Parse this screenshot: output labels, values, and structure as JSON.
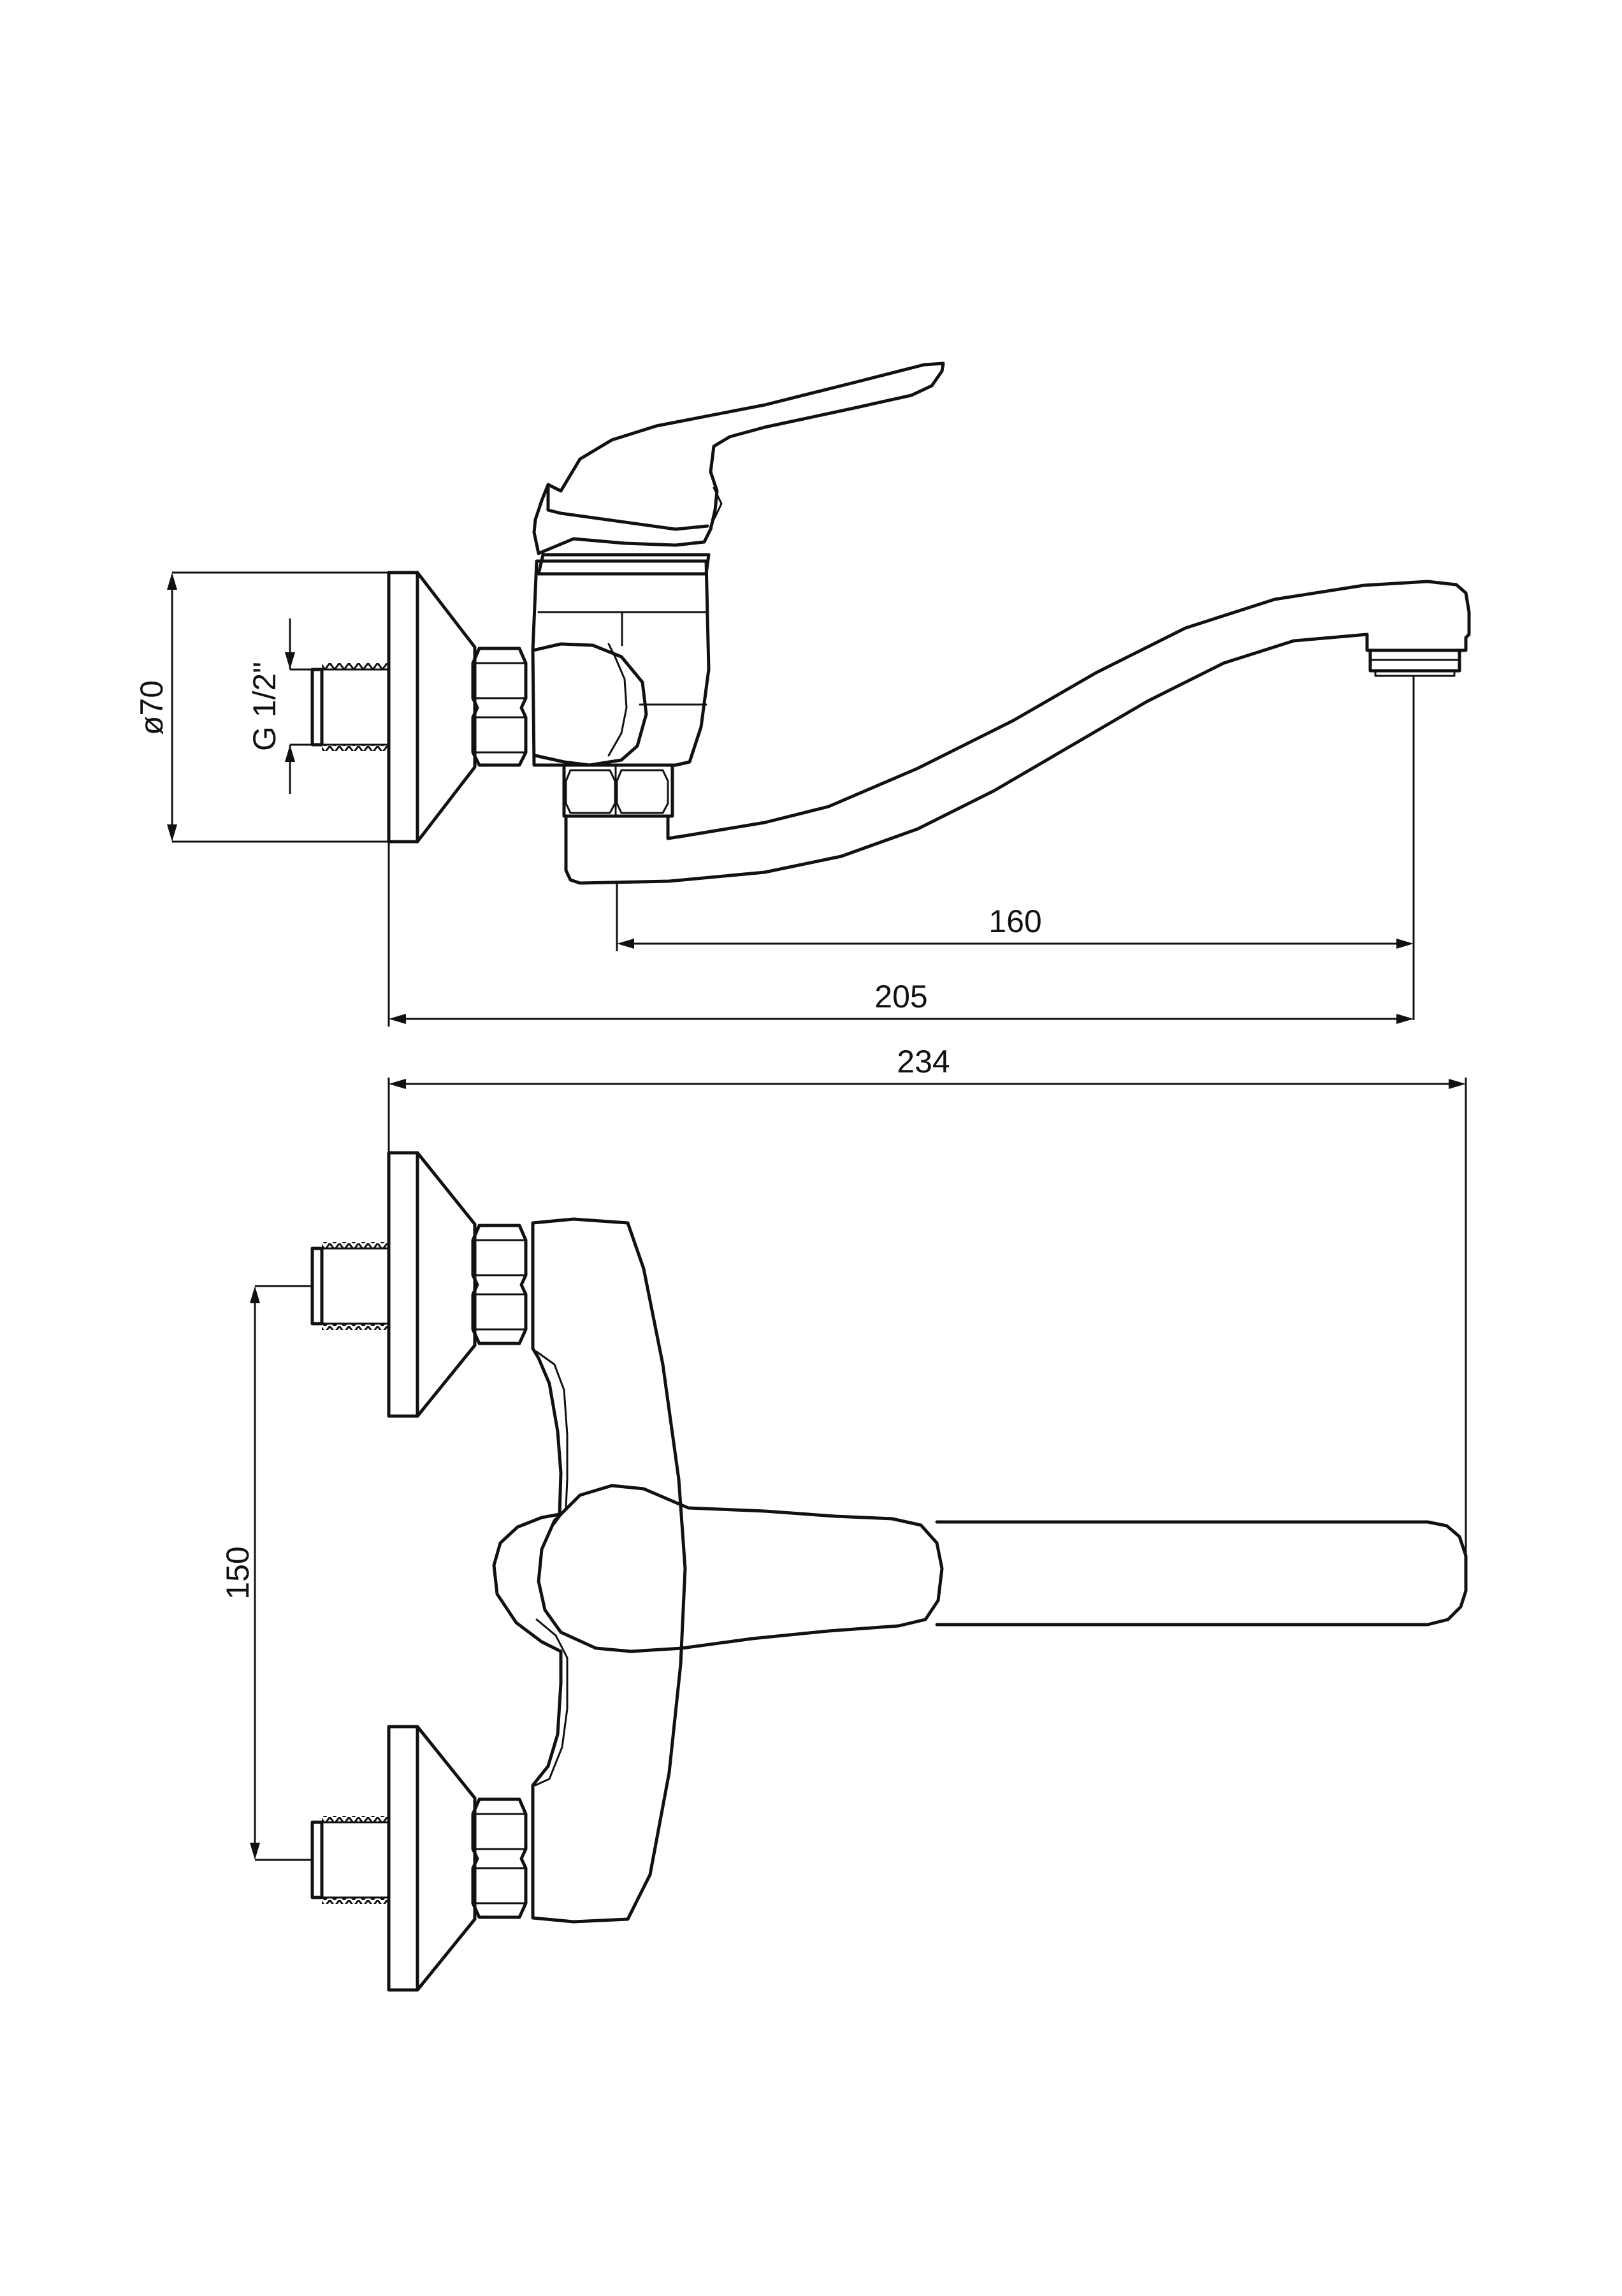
{
  "dimensions": {
    "flange_diameter": "ø70",
    "thread": "G 1/2\"",
    "spout_reach": "160",
    "projection": "205",
    "overall_length": "234",
    "connection_spacing": "150"
  },
  "colors": {
    "line": "#111111",
    "background": "#ffffff"
  }
}
